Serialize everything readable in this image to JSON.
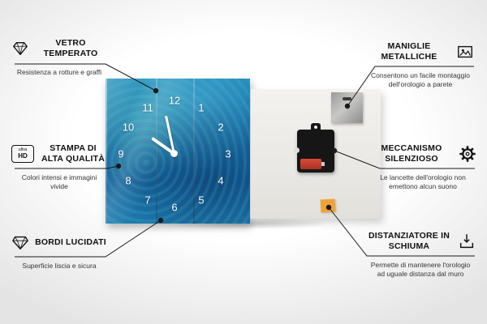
{
  "callouts": [
    {
      "id": "vetro-temperato",
      "title": "VETRO TEMPERATO",
      "desc": "Resistenza a rotture e graffi",
      "icon": "diamond-icon"
    },
    {
      "id": "stampa-alta-qualita",
      "title": "STAMPA DI ALTA QUALITÀ",
      "desc": "Colori intensi e immagini vivide",
      "icon": "ultra-hd-icon"
    },
    {
      "id": "bordi-lucidati",
      "title": "BORDI LUCIDATI",
      "desc": "Superficie liscia e sicura",
      "icon": "gem-icon"
    },
    {
      "id": "maniglie-metalliche",
      "title": "MANIGLIE METALLICHE",
      "desc": "Consentono un facile montaggio dell'orologio a parete",
      "icon": "picture-icon"
    },
    {
      "id": "meccanismo-silenzioso",
      "title": "MECCANISMO SILENZIOSO",
      "desc": "Le lancette dell'orologio non emettono alcun suono",
      "icon": "gear-icon"
    },
    {
      "id": "distanziatore-schiuma",
      "title": "DISTANZIATORE IN SCHIUMA",
      "desc": "Permette di mantenere l'orologio ad uguale distanza dal muro",
      "icon": "foam-spacer-icon"
    }
  ],
  "ultra_hd_badge": {
    "line1": "ultra",
    "line2": "HD"
  },
  "clock": {
    "numbers": [
      "12",
      "1",
      "2",
      "3",
      "4",
      "5",
      "6",
      "7",
      "8",
      "9",
      "10",
      "11"
    ]
  },
  "colors": {
    "clock_blue": "#1c6fa8",
    "foam_orange": "#f0a23a",
    "line": "#1a1a1a"
  }
}
